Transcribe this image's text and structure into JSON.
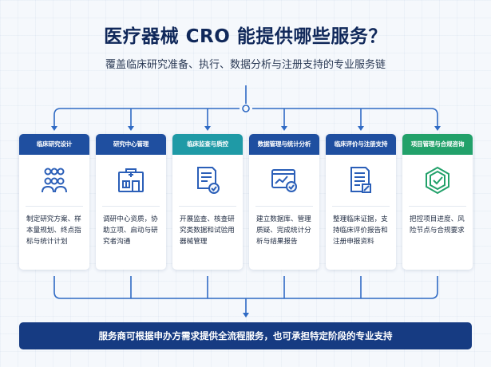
{
  "title": "医疗器械 CRO 能提供哪些服务？",
  "subtitle": "覆盖临床研究准备、执行、数据分析与注册支持的专业服务链",
  "cards": [
    {
      "title": "临床研究设计",
      "icon": "people-group-icon",
      "desc": "制定研究方案、样本量规划、终点指标与统计计划",
      "color": "#1f4fa0"
    },
    {
      "title": "研究中心管理",
      "icon": "hospital-building-icon",
      "desc": "调研中心资质，协助立项、启动与研究者沟通",
      "color": "#1f4fa0"
    },
    {
      "title": "临床监查与质控",
      "icon": "checked-document-icon",
      "desc": "开展监查、核查研究类数据和试验用器械管理",
      "color": "#1f9aa6"
    },
    {
      "title": "数据管理与统计分析",
      "icon": "data-chart-icon",
      "desc": "建立数据库、管理质疑、完成统计分析与结果报告",
      "color": "#1f4fa0"
    },
    {
      "title": "临床评价与注册支持",
      "icon": "registration-document-icon",
      "desc": "整理临床证据，支持临床评价报告和注册申报资料",
      "color": "#1f4fa0"
    },
    {
      "title": "项目管理与合规咨询",
      "icon": "shield-check-icon",
      "desc": "把控项目进度、风险节点与合规要求",
      "color": "#22a16a"
    }
  ],
  "footer": "服务商可根据申办方需求提供全流程服务，也可承担特定阶段的专业支持"
}
